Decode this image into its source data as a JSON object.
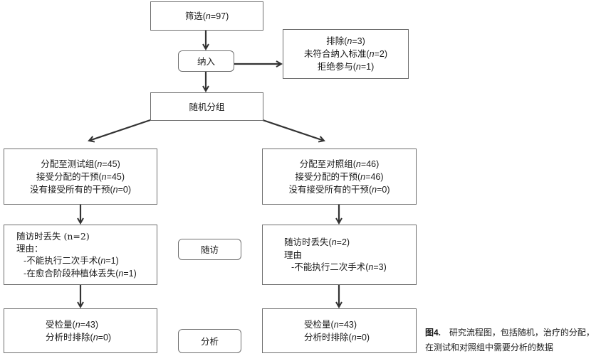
{
  "flowchart": {
    "screening": {
      "label": "筛选",
      "n": "97"
    },
    "enrollment": {
      "label": "纳入"
    },
    "exclusion": {
      "lines": [
        {
          "label": "排除",
          "n": "3"
        },
        {
          "label": "未符合纳入标准",
          "n": "2"
        },
        {
          "label": "拒绝参与",
          "n": "1"
        }
      ]
    },
    "randomization": {
      "label": "随机分组"
    },
    "allocation_test": {
      "lines": [
        {
          "label": "分配至测试组",
          "n": "45"
        },
        {
          "label": "接受分配的干预",
          "n": "45"
        },
        {
          "label": "没有接受所有的干预",
          "n": "0"
        }
      ]
    },
    "allocation_control": {
      "lines": [
        {
          "label": "分配至对照组",
          "n": "46"
        },
        {
          "label": "接受分配的干预",
          "n": "46"
        },
        {
          "label": "没有接受所有的干预",
          "n": "0"
        }
      ]
    },
    "followup_stage": {
      "label": "随访"
    },
    "followup_test": {
      "lost_label": "随访时丢失 (n=2)",
      "reason_label": "理由：",
      "reasons": [
        {
          "label": "-不能执行二次手术",
          "n": "1"
        },
        {
          "label": "-在愈合阶段种植体丢失",
          "n": "1"
        }
      ]
    },
    "followup_control": {
      "lost_label": "随访时丢失",
      "lost_n": "2",
      "reason_label": "理由",
      "reasons": [
        {
          "label": "-不能执行二次手术",
          "n": "3"
        }
      ]
    },
    "analysis_stage": {
      "label": "分析"
    },
    "analysis_test": {
      "lines": [
        {
          "label": "受检量",
          "n": "43"
        },
        {
          "label": "分析时排除",
          "n": "0"
        }
      ]
    },
    "analysis_control": {
      "lines": [
        {
          "label": "受检量",
          "n": "43"
        },
        {
          "label": "分析时排除",
          "n": "0"
        }
      ]
    },
    "n_prefix": "n",
    "eq": "=",
    "open_paren": "(",
    "close_paren": ")"
  },
  "caption": {
    "figure_label": "图4.",
    "text": "研究流程图，包括随机，治疗的分配，在测试和对照组中需要分析的数据"
  },
  "colors": {
    "border": "#6e6e6e",
    "arrow": "#333333",
    "text": "#1a1a1a"
  }
}
